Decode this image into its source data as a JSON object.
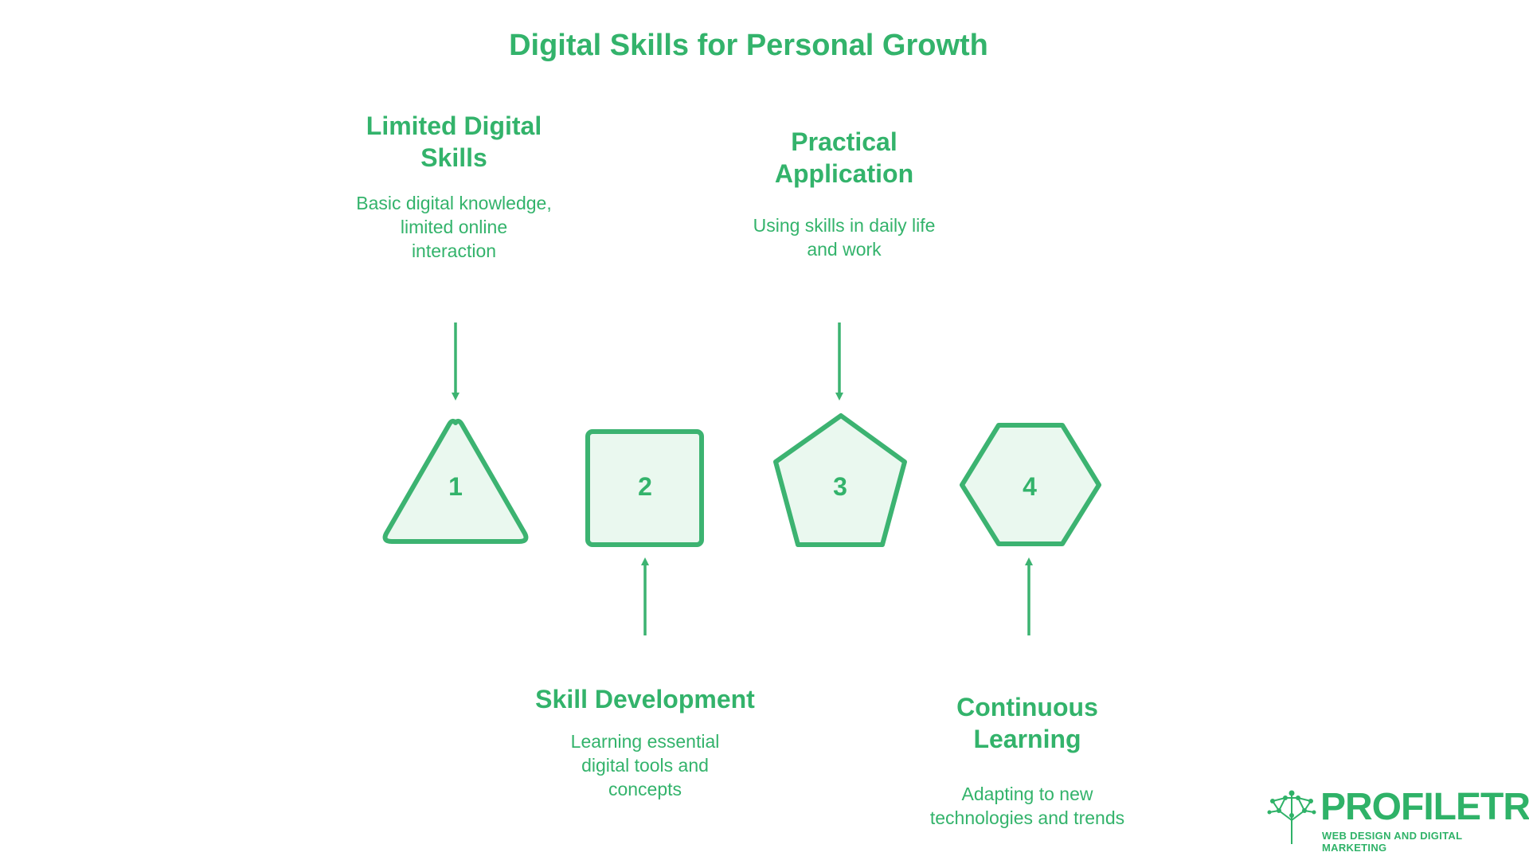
{
  "title": "Digital Skills for Personal Growth",
  "colors": {
    "accent": "#33b36b",
    "fill": "#eaf8ef",
    "stroke": "#3cb371"
  },
  "steps": [
    {
      "number": "1",
      "shape": "triangle",
      "title_lines": [
        "Limited Digital",
        "Skills"
      ],
      "desc_lines": [
        "Basic digital knowledge,",
        "limited online",
        "interaction"
      ]
    },
    {
      "number": "2",
      "shape": "square",
      "title_lines": [
        "Skill Development"
      ],
      "desc_lines": [
        "Learning essential",
        "digital tools and",
        "concepts"
      ]
    },
    {
      "number": "3",
      "shape": "pentagon",
      "title_lines": [
        "Practical",
        "Application"
      ],
      "desc_lines": [
        "Using skills in daily life",
        "and work"
      ]
    },
    {
      "number": "4",
      "shape": "hexagon",
      "title_lines": [
        "Continuous",
        "Learning"
      ],
      "desc_lines": [
        "Adapting to new",
        "technologies and trends"
      ]
    }
  ],
  "logo": {
    "word": "PROFILETREE",
    "tagline": "WEB DESIGN AND DIGITAL MARKETING"
  }
}
